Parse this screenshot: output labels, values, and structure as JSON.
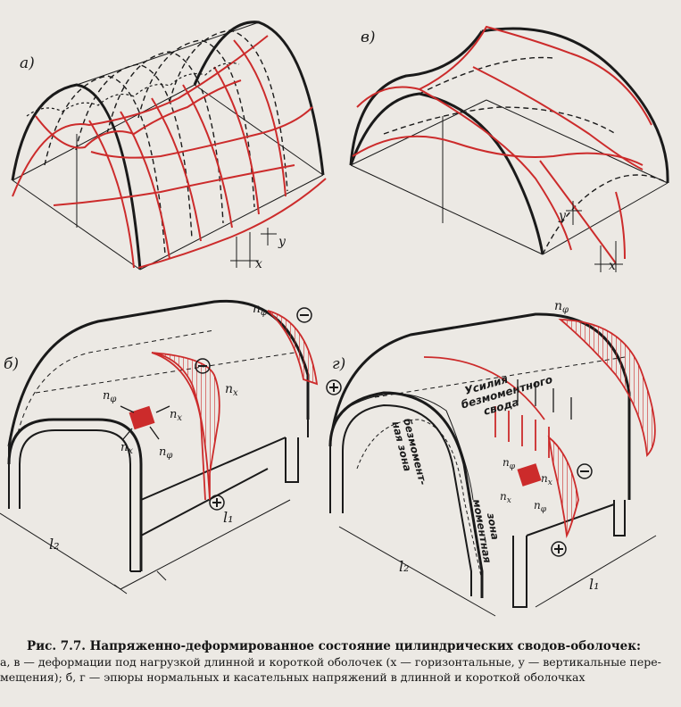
{
  "panel_labels": {
    "a": "а)",
    "b": "б)",
    "v": "в)",
    "g": "г)"
  },
  "axis_labels": {
    "x": "x",
    "y": "y"
  },
  "stress_labels": {
    "n_phi": "n",
    "phi_sub": "φ",
    "n_x": "n",
    "x_sub": "x",
    "minus": "−",
    "plus": "+"
  },
  "dims": {
    "l1": "l₁",
    "l2": "l₂"
  },
  "zone_labels": {
    "membrane_forces": [
      "Усилия",
      "безмоментного",
      "свода"
    ],
    "membrane_zone": [
      "безмомент-",
      "ная зона"
    ],
    "moment_zone": [
      "моментная",
      "зона"
    ]
  },
  "caption": {
    "line1": "Рис. 7.7. Напряженно-деформированное состояние цилиндрических сводов-оболочек:",
    "line2": "а, в — деформации под нагрузкой длинной и короткой оболочек (x — горизонтальные, y — вертикальные пере-",
    "line3": "мещения); б, г — эпюры нормальных и касательных напряжений в длинной и короткой оболочках"
  },
  "colors": {
    "ink": "#1a1a1a",
    "red": "#cc2b2b",
    "paper": "#ece9e4"
  }
}
